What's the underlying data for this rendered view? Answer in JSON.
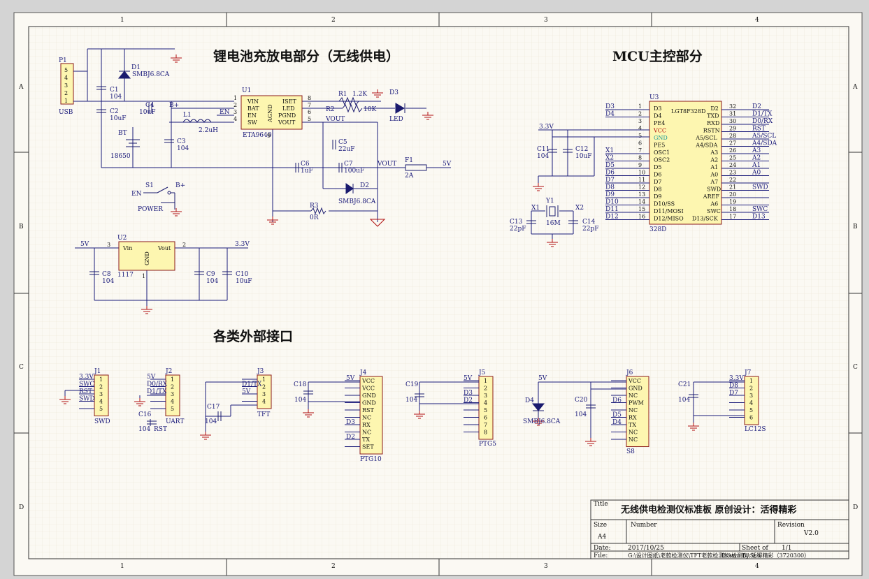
{
  "sheet": {
    "col_markers": [
      "1",
      "2",
      "3",
      "4"
    ],
    "row_markers": [
      "A",
      "B",
      "C",
      "D"
    ]
  },
  "sections": {
    "battery": "锂电池充放电部分（无线供电）",
    "mcu": "MCU主控部分",
    "interfaces": "各类外部接口"
  },
  "title_block": {
    "title_label": "Title",
    "title": "无线供电检测仪标准板 原创设计：活得精彩",
    "size_label": "Size",
    "size": "A4",
    "number_label": "Number",
    "revision_label": "Revision",
    "revision": "V2.0",
    "date_label": "Date:",
    "date": "2017/10/25",
    "sheet_label": "Sheet of",
    "sheet": "1/1",
    "file_label": "File:",
    "file": "G:\\设计图纸\\老款检测仪\\TFT老款检测仪\\检测仪\\Sch",
    "drawn_by": "Drawn By 活得精彩（3720300）"
  },
  "components": {
    "p1": {
      "ref": "P1",
      "name": "USB",
      "pins": [
        "5",
        "4",
        "3",
        "2",
        "1"
      ]
    },
    "d1": {
      "ref": "D1",
      "name": "SMBJ6.8CA"
    },
    "c1": {
      "ref": "C1",
      "value": "104"
    },
    "c2": {
      "ref": "C2",
      "value": "10uF"
    },
    "c4": {
      "ref": "C4",
      "value": "10uF"
    },
    "l1": {
      "ref": "L1",
      "value": "2.2uH"
    },
    "bt": {
      "ref": "BT",
      "value": "18650"
    },
    "c3": {
      "ref": "C3",
      "value": "104"
    },
    "u1": {
      "ref": "U1",
      "name": "ETA9640",
      "left_pins": [
        "VIN",
        "BAT",
        "EN",
        "SW"
      ],
      "left_nums": [
        "1",
        "2",
        "3",
        "4"
      ],
      "right_pins": [
        "ISET",
        "LED",
        "PGND",
        "VOUT"
      ],
      "right_nums": [
        "8",
        "7",
        "6",
        "5"
      ],
      "center": "AGND",
      "bottom_num": "9"
    },
    "r1": {
      "ref": "R1",
      "value": "1.2K"
    },
    "r2": {
      "ref": "R2",
      "value": "10K"
    },
    "d3": {
      "ref": "D3",
      "name": "LED"
    },
    "c5": {
      "ref": "C5",
      "value": "22uF"
    },
    "c6": {
      "ref": "C6",
      "value": "1uF"
    },
    "c7": {
      "ref": "C7",
      "value": "100uF"
    },
    "d2": {
      "ref": "D2",
      "name": "SMBJ6.8CA"
    },
    "f1": {
      "ref": "F1",
      "value": "2A"
    },
    "r3": {
      "ref": "R3",
      "value": "0R"
    },
    "s1": {
      "ref": "S1",
      "name": "POWER"
    },
    "u2": {
      "ref": "U2",
      "name": "1117",
      "vin": "Vin",
      "vout": "Vout",
      "gnd": "GND",
      "pin3": "3",
      "pin2": "2",
      "pin1": "1"
    },
    "c8": {
      "ref": "C8",
      "value": "104"
    },
    "c9": {
      "ref": "C9",
      "value": "104"
    },
    "c10": {
      "ref": "C10",
      "value": "10uF"
    },
    "u3": {
      "ref": "U3",
      "name": "328D",
      "chip": "LGT8F328D",
      "left_pins": [
        "D3",
        "D4",
        "PE4",
        "VCC",
        "GND",
        "PE5",
        "OSC1",
        "OSC2",
        "D5",
        "D6",
        "D7",
        "D8",
        "D9",
        "D10/SS",
        "D11/MOSI",
        "D12/MISO"
      ],
      "left_nums": [
        "1",
        "2",
        "3",
        "4",
        "5",
        "6",
        "7",
        "8",
        "9",
        "10",
        "11",
        "12",
        "13",
        "14",
        "15",
        "16"
      ],
      "left_nets": [
        "D3",
        "D4",
        "",
        "",
        "",
        "",
        "X1",
        "X2",
        "D5",
        "D6",
        "D7",
        "D8",
        "D9",
        "D10",
        "D11",
        "D12"
      ],
      "right_pins": [
        "D2",
        "TXD",
        "RXD",
        "RSTN",
        "A5/SCL",
        "A4/SDA",
        "A3",
        "A2",
        "A1",
        "A0",
        "A7",
        "SWD",
        "AREF",
        "A6",
        "SWC",
        "D13/SCK"
      ],
      "right_nums": [
        "32",
        "31",
        "30",
        "29",
        "28",
        "27",
        "26",
        "25",
        "24",
        "23",
        "22",
        "21",
        "20",
        "19",
        "18",
        "17"
      ],
      "right_nets": [
        "D2",
        "D1/TX",
        "D0/RX",
        "RST",
        "A5/SCL",
        "A4/SDA",
        "A3",
        "A2",
        "A1",
        "A0",
        "",
        "SWD",
        "",
        "",
        "SWC",
        "D13"
      ]
    },
    "c11": {
      "ref": "C11",
      "value": "104"
    },
    "c12": {
      "ref": "C12",
      "value": "10uF"
    },
    "y1": {
      "ref": "Y1",
      "value": "16M"
    },
    "c13": {
      "ref": "C13",
      "value": "22pF"
    },
    "c14": {
      "ref": "C14",
      "value": "22pF"
    },
    "j1": {
      "ref": "J1",
      "name": "SWD",
      "pins": [
        "1",
        "2",
        "3",
        "4",
        "5"
      ],
      "nets": [
        "3.3V",
        "SWC",
        "RST",
        "SWD",
        ""
      ]
    },
    "j2": {
      "ref": "J2",
      "name": "UART",
      "pins": [
        "1",
        "2",
        "3",
        "4",
        "5"
      ],
      "nets": [
        "5V",
        "D0/RX",
        "D1/TX",
        "",
        ""
      ]
    },
    "c16": {
      "ref": "C16",
      "value": "104",
      "net": "RST"
    },
    "j3": {
      "ref": "J3",
      "name": "TFT",
      "pins": [
        "1",
        "2",
        "3",
        "4"
      ],
      "nets": [
        "",
        "D1/TX",
        "5V",
        ""
      ]
    },
    "c17": {
      "ref": "C17",
      "value": "104"
    },
    "j4": {
      "ref": "J4",
      "name": "PTG10",
      "pins": [
        "VCC",
        "VCC",
        "GND",
        "GND",
        "RST",
        "NC",
        "RX",
        "NC",
        "TX",
        "SET"
      ],
      "nets": [
        "5V",
        "",
        "",
        "",
        "",
        "",
        "D3",
        "",
        "D2",
        ""
      ]
    },
    "c18": {
      "ref": "C18",
      "value": "104"
    },
    "j5": {
      "ref": "J5",
      "name": "PTG5",
      "pins": [
        "1",
        "2",
        "3",
        "4",
        "5",
        "6",
        "7",
        "8"
      ],
      "nets": [
        "5V",
        "",
        "D3",
        "D2",
        "",
        "",
        "",
        ""
      ]
    },
    "c19": {
      "ref": "C19",
      "value": "104"
    },
    "d4": {
      "ref": "D4",
      "name": "SMBJ6.8CA",
      "net": "5V"
    },
    "c20": {
      "ref": "C20",
      "value": "104"
    },
    "j6": {
      "ref": "J6",
      "name": "S8",
      "pins": [
        "VCC",
        "GND",
        "NC",
        "PWM",
        "NC",
        "RX",
        "TX",
        "NC",
        "NC"
      ],
      "nets": [
        "",
        "",
        "",
        "D6",
        "",
        "D5",
        "D4",
        "",
        ""
      ]
    },
    "j7": {
      "ref": "J7",
      "name": "LC12S",
      "pins": [
        "1",
        "2",
        "3",
        "4",
        "5",
        "6"
      ],
      "nets": [
        "3.3V",
        "D8",
        "D7",
        "",
        "",
        ""
      ]
    },
    "c21": {
      "ref": "C21",
      "value": "104"
    }
  },
  "nets": {
    "b_plus": "B+",
    "en": "EN",
    "vout": "VOUT",
    "v5": "5V",
    "v33": "3.3V"
  }
}
